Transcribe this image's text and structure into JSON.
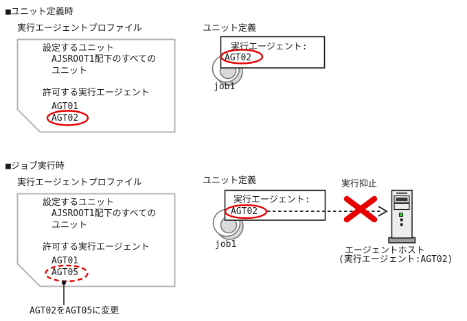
{
  "colors": {
    "red": "#e60000",
    "doc_border": "#b3b3b3",
    "line": "#1a1a1a",
    "icon_fill": "#d9d9d9",
    "icon_stroke": "#777777",
    "host_body": "#ededed",
    "host_base": "#9e9e9e",
    "led_green": "#33cc33"
  },
  "unit_definition_section": {
    "heading": "■ユニット定義時",
    "profile": {
      "title": "実行エージェントプロファイル",
      "set_unit_header": "設定するユニット",
      "set_unit_line1": "AJSROOT1配下のすべての",
      "set_unit_line2": "ユニット",
      "allow_header": "許可する実行エージェント",
      "agent_1": "AGT01",
      "agent_2": "AGT02"
    },
    "unit_def": {
      "title": "ユニット定義",
      "agent_label": "実行エージェント:",
      "agent_value": "AGT02",
      "job_label": "job1"
    }
  },
  "job_execution_section": {
    "heading": "■ジョブ実行時",
    "profile": {
      "title": "実行エージェントプロファイル",
      "set_unit_header": "設定するユニット",
      "set_unit_line1": "AJSROOT1配下のすべての",
      "set_unit_line2": "ユニット",
      "allow_header": "許可する実行エージェント",
      "agent_1": "AGT01",
      "agent_2": "AGT05"
    },
    "change_note": "AGT02をAGT05に変更",
    "unit_def": {
      "title": "ユニット定義",
      "agent_label": "実行エージェント:",
      "agent_value": "AGT02",
      "job_label": "job1"
    },
    "suppression_label": "実行抑止",
    "agent_host": {
      "label": "エージェントホスト",
      "sub_label": "(実行エージェント:AGT02)"
    }
  }
}
